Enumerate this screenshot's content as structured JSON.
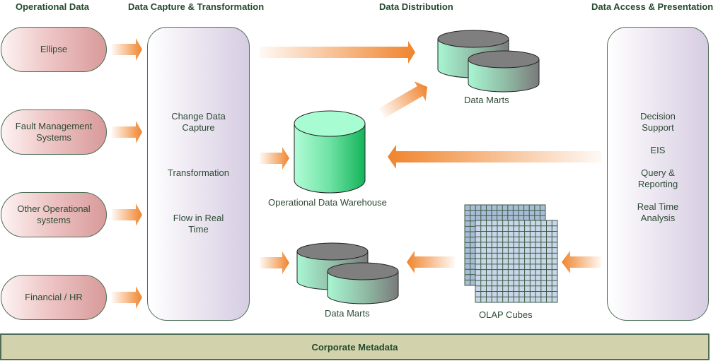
{
  "headers": {
    "operational_data": "Operational Data",
    "capture_transformation": "Data Capture & Transformation",
    "distribution": "Data Distribution",
    "access_presentation": "Data Access & Presentation"
  },
  "sources": [
    {
      "label": "Ellipse"
    },
    {
      "label": "Fault Management Systems"
    },
    {
      "label": "Other Operational systems"
    },
    {
      "label": "Financial / HR"
    }
  ],
  "capture_panel": {
    "items": [
      "Change Data Capture",
      "Transformation",
      "Flow in Real Time"
    ]
  },
  "distribution": {
    "top_data_marts": "Data Marts",
    "warehouse": "Operational Data Warehouse",
    "bottom_data_marts": "Data Marts",
    "olap": "OLAP Cubes"
  },
  "access_panel": {
    "items": [
      "Decision Support",
      "EIS",
      "Query & Reporting",
      "Real Time Analysis"
    ]
  },
  "footer": {
    "metadata": "Corporate Metadata"
  },
  "colors": {
    "arrow": "#f0842c",
    "heading": "#234a2c",
    "border": "#4d6e55",
    "metadata_bg": "#d2d3ad"
  }
}
